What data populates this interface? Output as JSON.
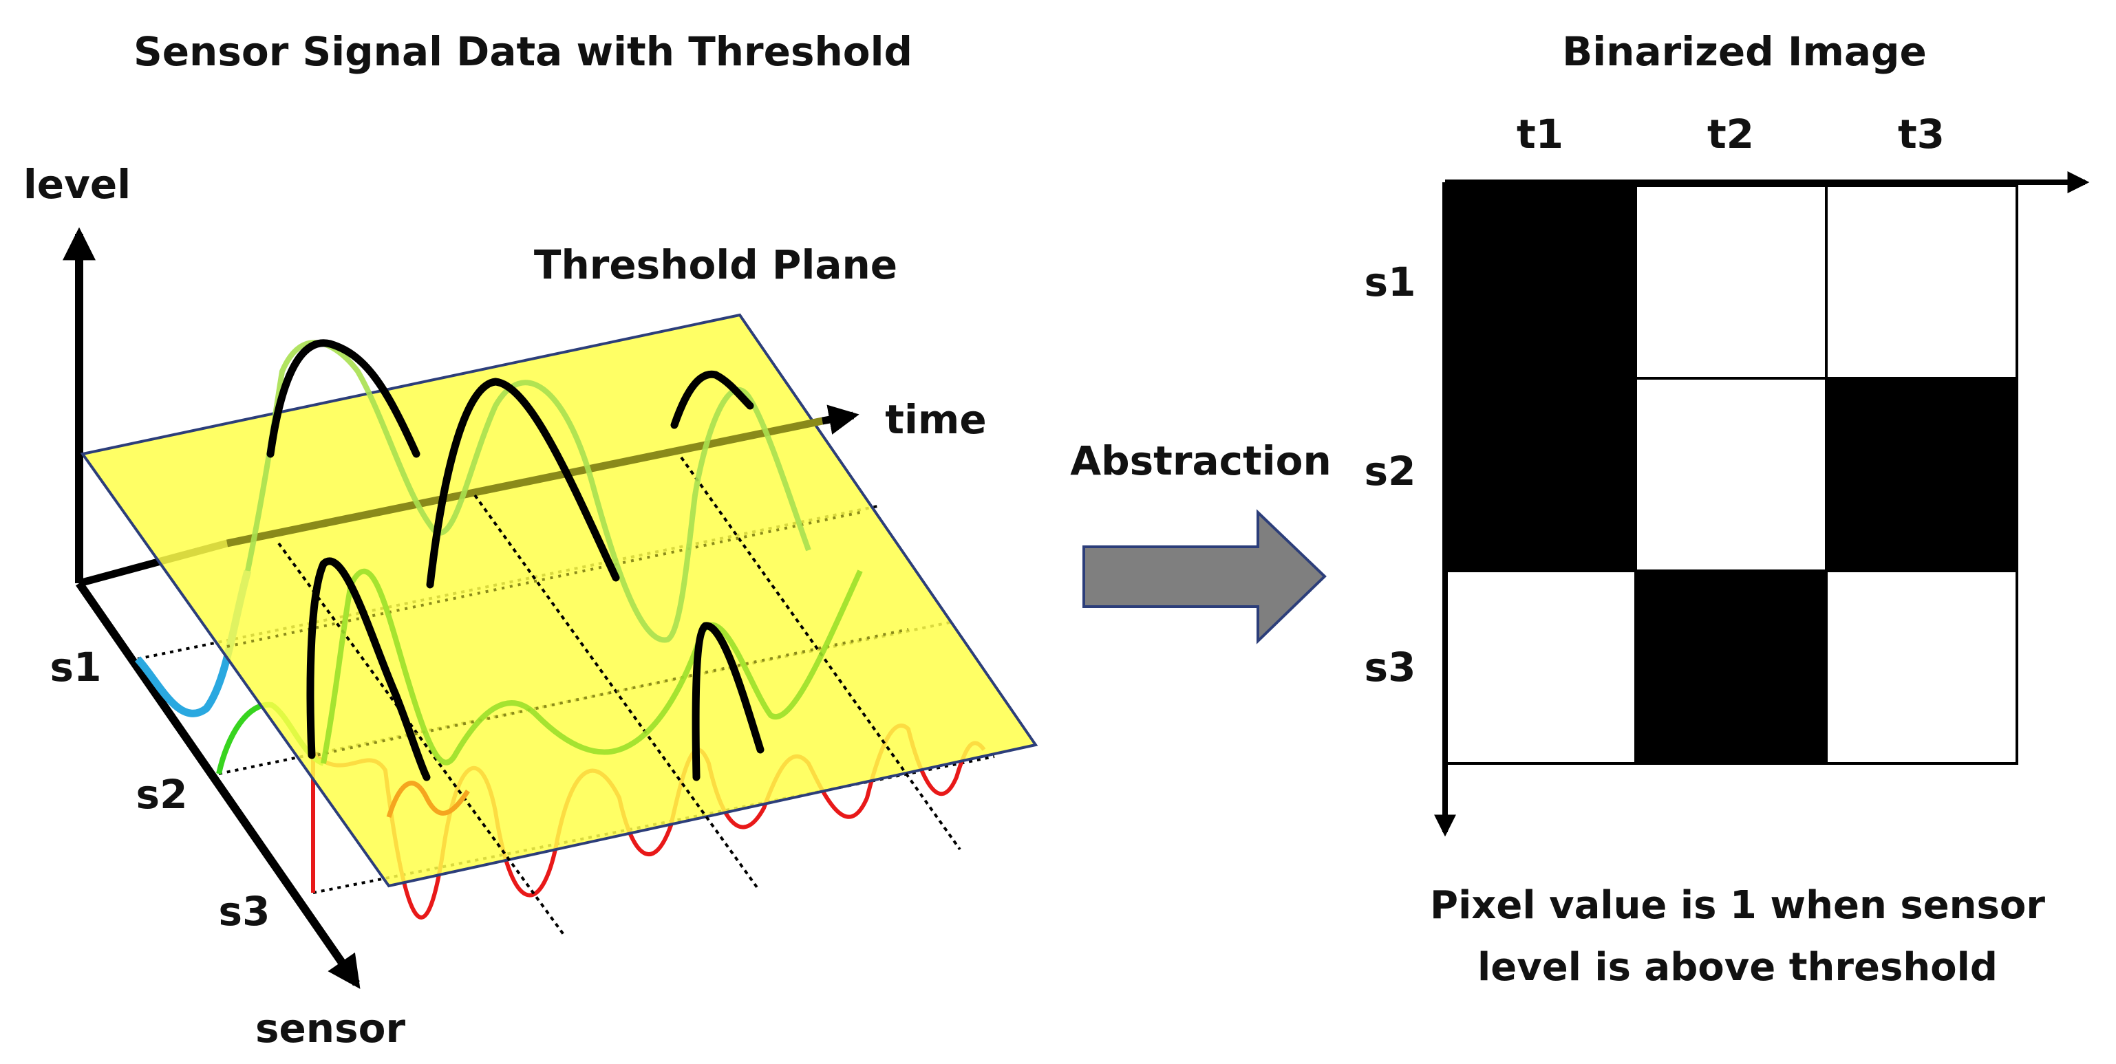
{
  "left_panel": {
    "title": "Sensor Signal Data with Threshold",
    "axis_level": "level",
    "axis_time": "time",
    "axis_sensor": "sensor",
    "plane_label": "Threshold Plane",
    "sensors": [
      "s1",
      "s2",
      "s3"
    ],
    "plane_color": "#ffff4a",
    "signal_colors": {
      "s1": "#2aa8e0",
      "s2": "#37d41f",
      "s3": "#e81919"
    },
    "above_threshold_color": "#000000"
  },
  "middle": {
    "label": "Abstraction",
    "arrow_color": "#7f7f7f"
  },
  "right_panel": {
    "title": "Binarized Image",
    "columns": [
      "t1",
      "t2",
      "t3"
    ],
    "rows": [
      "s1",
      "s2",
      "s3"
    ],
    "matrix": [
      [
        1,
        0,
        0
      ],
      [
        1,
        0,
        1
      ],
      [
        0,
        1,
        0
      ]
    ],
    "caption_line1": "Pixel value is 1 when sensor",
    "caption_line2": "level is above threshold"
  }
}
